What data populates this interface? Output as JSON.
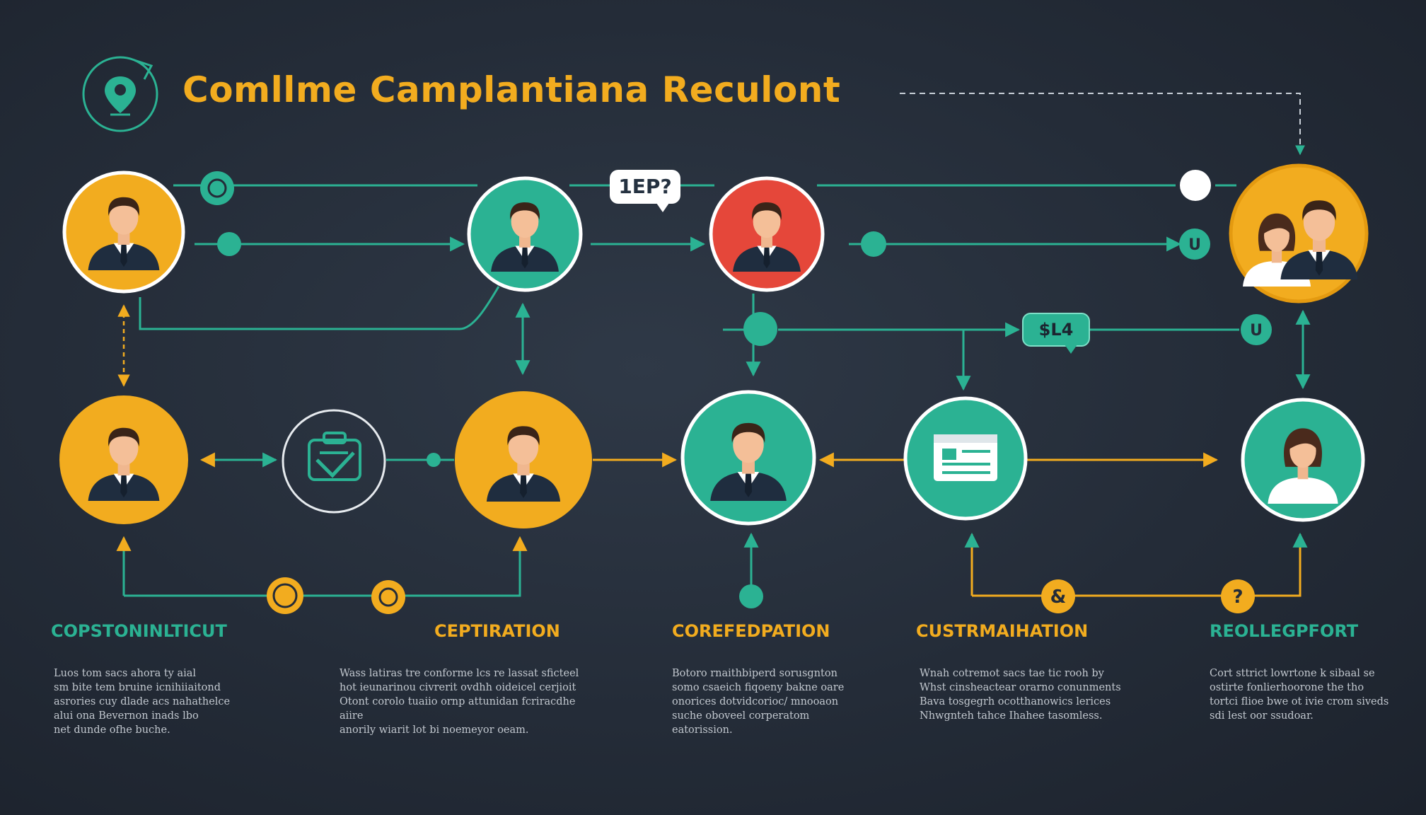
{
  "title": "Comllme Camplantiana Reculont",
  "colors": {
    "background": "#262e3a",
    "gold": "#f2ac1f",
    "teal": "#2bb293",
    "red": "#e5473a",
    "line_teal": "#2bb293",
    "line_gold": "#f2ac1f"
  },
  "bubbles": {
    "top": "1EP?",
    "middle": "$L4"
  },
  "icons": {
    "logo": "location-pin-icon",
    "clipboard": "clipboard-check-icon",
    "document": "id-card-icon"
  },
  "stages": [
    {
      "label": "COPSTONINLTICUT",
      "color": "#2bb293",
      "description": "Luos tom sacs ahora ty aial\nsm bite tem bruine icnihiiaitond\nasrories cuy dlade acs nahathelce\nalui ona Bevernon inads lbo\nnet dunde ofhe buche."
    },
    {
      "label": "CEPTIRATION",
      "color": "#f2ac1f",
      "description": "Wass latiras tre conforme lcs re lassat sficteel\nhot ieunarinou civrerit ovdhh oideicel cerjioit\nOtont corolo tuaiio ornp attunidan fcriracdhe aiire\nanorily wiarit lot bi noemeyor oeam."
    },
    {
      "label": "COREFEDPATION",
      "color": "#f2ac1f",
      "description": "Botoro rnaithbiperd sorusgnton\nsomo csaeich fiqoeny bakne oare\nonorices dotvidcorioc/ mnooaon\nsuche oboveel corperatom\neatorission."
    },
    {
      "label": "CUSTRMAIHATION",
      "color": "#f2ac1f",
      "description": "Wnah cotremot sacs tae tic rooh by\nWhst cinsheactear orarno conunments\nBava tosgegrh ocotthanowics lerices\nNhwgnteh tahce Ihahee tasomless."
    },
    {
      "label": "REOLLEGPFORT",
      "color": "#2bb293",
      "description": "Cort sttrict lowrtone k sibaal se\nostirte fonlierhoorone the tho\ntortci flioe bwe ot ivie crom siveds\nsdi lest oor ssudoar."
    }
  ],
  "dot_glyphs": {
    "a": "&",
    "b": "?",
    "c": "U"
  }
}
